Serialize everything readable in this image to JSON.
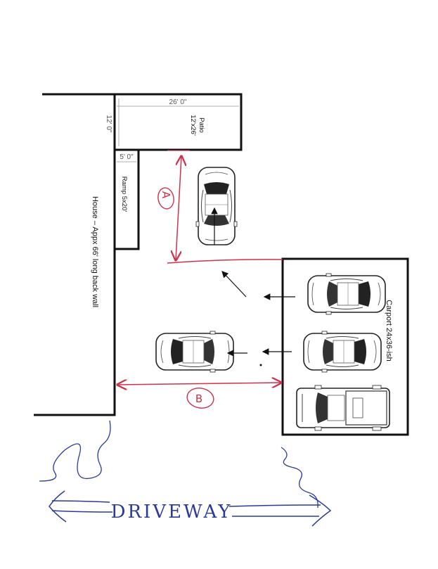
{
  "labels": {
    "patio_width_dim": "26' 0\"",
    "patio_depth_dim": "12' 0\"",
    "patio_line1": "Patio",
    "patio_line2": "12'x26'",
    "ramp_width_dim": "5' 0\"",
    "ramp_label": "Ramp 5x20'",
    "house_label": "House – Appx 66' long back wall",
    "carport_label": "Carport 24x36-ish",
    "marker_a": "A",
    "marker_b": "B",
    "driveway": "DRIVEWAY"
  },
  "colors": {
    "outline": "#111111",
    "annotation_red": "#d0304a",
    "annotation_blue": "#2a3a9a"
  },
  "icons": [
    "car-icon",
    "pickup-truck-icon",
    "arrow-icon"
  ]
}
